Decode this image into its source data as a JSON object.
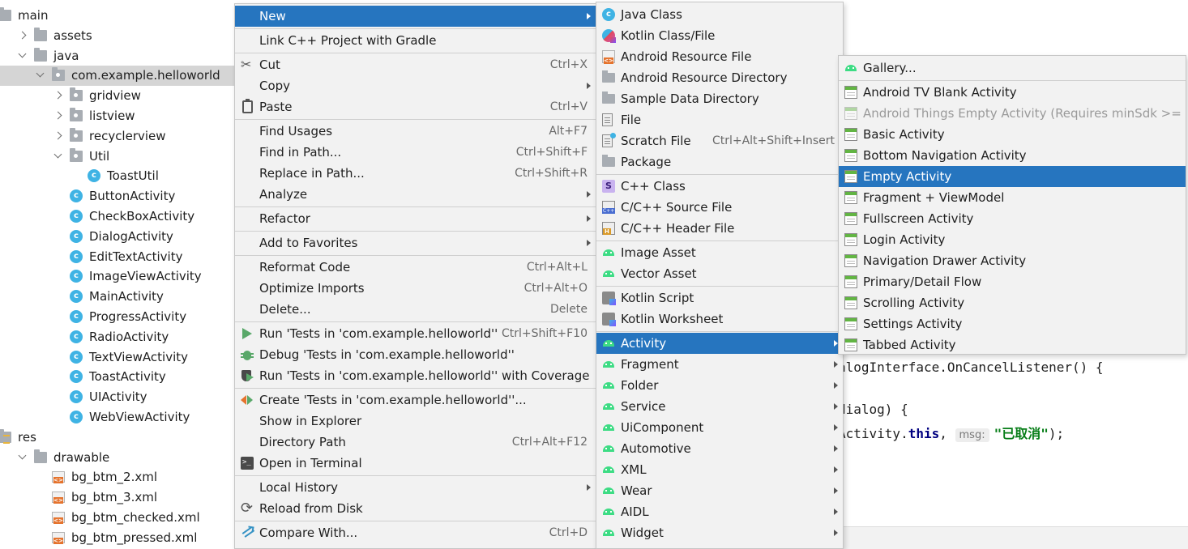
{
  "project_tree": [
    {
      "label": "main",
      "depth": 0,
      "twisty": "none",
      "icon": "folder-icon"
    },
    {
      "label": "assets",
      "depth": 1,
      "twisty": "closed",
      "icon": "folder-icon"
    },
    {
      "label": "java",
      "depth": 1,
      "twisty": "open",
      "icon": "folder-icon"
    },
    {
      "label": "com.example.helloworld",
      "depth": 2,
      "twisty": "open",
      "icon": "package-icon",
      "selected": true
    },
    {
      "label": "gridview",
      "depth": 3,
      "twisty": "closed",
      "icon": "package-icon"
    },
    {
      "label": "listview",
      "depth": 3,
      "twisty": "closed",
      "icon": "package-icon"
    },
    {
      "label": "recyclerview",
      "depth": 3,
      "twisty": "closed",
      "icon": "package-icon"
    },
    {
      "label": "Util",
      "depth": 3,
      "twisty": "open",
      "icon": "package-icon"
    },
    {
      "label": "ToastUtil",
      "depth": 4,
      "twisty": "none",
      "icon": "class-icon"
    },
    {
      "label": "ButtonActivity",
      "depth": 3,
      "twisty": "none",
      "icon": "class-icon"
    },
    {
      "label": "CheckBoxActivity",
      "depth": 3,
      "twisty": "none",
      "icon": "class-icon"
    },
    {
      "label": "DialogActivity",
      "depth": 3,
      "twisty": "none",
      "icon": "class-icon"
    },
    {
      "label": "EditTextActivity",
      "depth": 3,
      "twisty": "none",
      "icon": "class-icon"
    },
    {
      "label": "ImageViewActivity",
      "depth": 3,
      "twisty": "none",
      "icon": "class-icon"
    },
    {
      "label": "MainActivity",
      "depth": 3,
      "twisty": "none",
      "icon": "class-icon"
    },
    {
      "label": "ProgressActivity",
      "depth": 3,
      "twisty": "none",
      "icon": "class-icon"
    },
    {
      "label": "RadioActivity",
      "depth": 3,
      "twisty": "none",
      "icon": "class-icon"
    },
    {
      "label": "TextViewActivity",
      "depth": 3,
      "twisty": "none",
      "icon": "class-icon"
    },
    {
      "label": "ToastActivity",
      "depth": 3,
      "twisty": "none",
      "icon": "class-icon"
    },
    {
      "label": "UIActivity",
      "depth": 3,
      "twisty": "none",
      "icon": "class-icon"
    },
    {
      "label": "WebViewActivity",
      "depth": 3,
      "twisty": "none",
      "icon": "class-icon"
    },
    {
      "label": "res",
      "depth": 0,
      "twisty": "open",
      "icon": "res-folder-icon"
    },
    {
      "label": "drawable",
      "depth": 1,
      "twisty": "open",
      "icon": "folder-icon"
    },
    {
      "label": "bg_btm_2.xml",
      "depth": 2,
      "twisty": "none",
      "icon": "xml-file-icon"
    },
    {
      "label": "bg_btm_3.xml",
      "depth": 2,
      "twisty": "none",
      "icon": "xml-file-icon"
    },
    {
      "label": "bg_btm_checked.xml",
      "depth": 2,
      "twisty": "none",
      "icon": "xml-file-icon"
    },
    {
      "label": "bg_btm_pressed.xml",
      "depth": 2,
      "twisty": "none",
      "icon": "xml-file-icon"
    }
  ],
  "context_menu": [
    {
      "type": "item",
      "label": "New",
      "submenu": true,
      "highlighted": true
    },
    {
      "type": "sep"
    },
    {
      "type": "item",
      "label": "Link C++ Project with Gradle"
    },
    {
      "type": "sep"
    },
    {
      "type": "item",
      "label": "Cut",
      "shortcut": "Ctrl+X",
      "icon": "cut-icon"
    },
    {
      "type": "item",
      "label": "Copy",
      "submenu": true
    },
    {
      "type": "item",
      "label": "Paste",
      "shortcut": "Ctrl+V",
      "icon": "paste-icon"
    },
    {
      "type": "sep"
    },
    {
      "type": "item",
      "label": "Find Usages",
      "shortcut": "Alt+F7"
    },
    {
      "type": "item",
      "label": "Find in Path...",
      "shortcut": "Ctrl+Shift+F"
    },
    {
      "type": "item",
      "label": "Replace in Path...",
      "shortcut": "Ctrl+Shift+R"
    },
    {
      "type": "item",
      "label": "Analyze",
      "submenu": true
    },
    {
      "type": "sep"
    },
    {
      "type": "item",
      "label": "Refactor",
      "submenu": true
    },
    {
      "type": "sep"
    },
    {
      "type": "item",
      "label": "Add to Favorites",
      "submenu": true
    },
    {
      "type": "sep"
    },
    {
      "type": "item",
      "label": "Reformat Code",
      "shortcut": "Ctrl+Alt+L"
    },
    {
      "type": "item",
      "label": "Optimize Imports",
      "shortcut": "Ctrl+Alt+O"
    },
    {
      "type": "item",
      "label": "Delete...",
      "shortcut": "Delete"
    },
    {
      "type": "sep"
    },
    {
      "type": "item",
      "label": "Run 'Tests in 'com.example.helloworld''",
      "shortcut": "Ctrl+Shift+F10",
      "icon": "run-icon"
    },
    {
      "type": "item",
      "label": "Debug 'Tests in 'com.example.helloworld''",
      "icon": "debug-icon"
    },
    {
      "type": "item",
      "label": "Run 'Tests in 'com.example.helloworld'' with Coverage",
      "icon": "coverage-icon"
    },
    {
      "type": "sep"
    },
    {
      "type": "item",
      "label": "Create 'Tests in 'com.example.helloworld''...",
      "icon": "create-test-icon"
    },
    {
      "type": "item",
      "label": "Show in Explorer"
    },
    {
      "type": "item",
      "label": "Directory Path",
      "shortcut": "Ctrl+Alt+F12"
    },
    {
      "type": "item",
      "label": "Open in Terminal",
      "icon": "terminal-icon"
    },
    {
      "type": "sep"
    },
    {
      "type": "item",
      "label": "Local History",
      "submenu": true
    },
    {
      "type": "item",
      "label": "Reload from Disk",
      "icon": "reload-icon"
    },
    {
      "type": "sep"
    },
    {
      "type": "item",
      "label": "Compare With...",
      "shortcut": "Ctrl+D",
      "icon": "compare-icon"
    }
  ],
  "new_submenu": [
    {
      "type": "item",
      "label": "Java Class",
      "icon": "java-class-icon"
    },
    {
      "type": "item",
      "label": "Kotlin Class/File",
      "icon": "kotlin-class-icon"
    },
    {
      "type": "item",
      "label": "Android Resource File",
      "icon": "resource-file-icon"
    },
    {
      "type": "item",
      "label": "Android Resource Directory",
      "icon": "folder-icon"
    },
    {
      "type": "item",
      "label": "Sample Data Directory",
      "icon": "folder-icon"
    },
    {
      "type": "item",
      "label": "File",
      "icon": "file-icon"
    },
    {
      "type": "item",
      "label": "Scratch File",
      "shortcut": "Ctrl+Alt+Shift+Insert",
      "icon": "scratch-file-icon"
    },
    {
      "type": "item",
      "label": "Package",
      "icon": "folder-icon"
    },
    {
      "type": "sep"
    },
    {
      "type": "item",
      "label": "C++ Class",
      "icon": "cpp-class-icon"
    },
    {
      "type": "item",
      "label": "C/C++ Source File",
      "icon": "cpp-source-icon"
    },
    {
      "type": "item",
      "label": "C/C++ Header File",
      "icon": "cpp-header-icon"
    },
    {
      "type": "sep"
    },
    {
      "type": "item",
      "label": "Image Asset",
      "icon": "android-icon"
    },
    {
      "type": "item",
      "label": "Vector Asset",
      "icon": "android-icon"
    },
    {
      "type": "sep"
    },
    {
      "type": "item",
      "label": "Kotlin Script",
      "icon": "kotlin-script-icon"
    },
    {
      "type": "item",
      "label": "Kotlin Worksheet",
      "icon": "kotlin-script-icon"
    },
    {
      "type": "sep"
    },
    {
      "type": "item",
      "label": "Activity",
      "submenu": true,
      "highlighted": true,
      "icon": "android-icon"
    },
    {
      "type": "item",
      "label": "Fragment",
      "submenu": true,
      "icon": "android-icon"
    },
    {
      "type": "item",
      "label": "Folder",
      "submenu": true,
      "icon": "android-icon"
    },
    {
      "type": "item",
      "label": "Service",
      "submenu": true,
      "icon": "android-icon"
    },
    {
      "type": "item",
      "label": "UiComponent",
      "submenu": true,
      "icon": "android-icon"
    },
    {
      "type": "item",
      "label": "Automotive",
      "submenu": true,
      "icon": "android-icon"
    },
    {
      "type": "item",
      "label": "XML",
      "submenu": true,
      "icon": "android-icon"
    },
    {
      "type": "item",
      "label": "Wear",
      "submenu": true,
      "icon": "android-icon"
    },
    {
      "type": "item",
      "label": "AIDL",
      "submenu": true,
      "icon": "android-icon"
    },
    {
      "type": "item",
      "label": "Widget",
      "submenu": true,
      "icon": "android-icon"
    }
  ],
  "activity_submenu": [
    {
      "type": "item",
      "label": "Gallery...",
      "icon": "android-icon"
    },
    {
      "type": "sep"
    },
    {
      "type": "item",
      "label": "Android TV Blank Activity",
      "icon": "activity-template-icon"
    },
    {
      "type": "item",
      "label": "Android Things Empty Activity (Requires minSdk >= 24)",
      "disabled": true,
      "icon": "activity-template-icon"
    },
    {
      "type": "item",
      "label": "Basic Activity",
      "icon": "activity-template-icon"
    },
    {
      "type": "item",
      "label": "Bottom Navigation Activity",
      "icon": "activity-template-icon"
    },
    {
      "type": "item",
      "label": "Empty Activity",
      "highlighted": true,
      "icon": "activity-template-icon"
    },
    {
      "type": "item",
      "label": "Fragment + ViewModel",
      "icon": "activity-template-icon"
    },
    {
      "type": "item",
      "label": "Fullscreen Activity",
      "icon": "activity-template-icon"
    },
    {
      "type": "item",
      "label": "Login Activity",
      "icon": "activity-template-icon"
    },
    {
      "type": "item",
      "label": "Navigation Drawer Activity",
      "icon": "activity-template-icon"
    },
    {
      "type": "item",
      "label": "Primary/Detail Flow",
      "icon": "activity-template-icon"
    },
    {
      "type": "item",
      "label": "Scrolling Activity",
      "icon": "activity-template-icon"
    },
    {
      "type": "item",
      "label": "Settings Activity",
      "icon": "activity-template-icon"
    },
    {
      "type": "item",
      "label": "Tabbed Activity",
      "icon": "activity-template-icon"
    }
  ],
  "editor": {
    "line1": "alogInterface.OnCancelListener() {",
    "line2": "dialog) {",
    "line3_prefix": "Activity.",
    "line3_keyword": "this",
    "line3_comma": ",",
    "param_hint": "msg:",
    "line3_string": "\"已取消\"",
    "line3_suffix": ");"
  },
  "colors": {
    "highlight": "#2675bf",
    "menu_bg": "#f2f2f2",
    "tree_selected": "#d5d5d5",
    "android_green": "#3ddc84",
    "keyword": "#000080",
    "string": "#067d17"
  }
}
